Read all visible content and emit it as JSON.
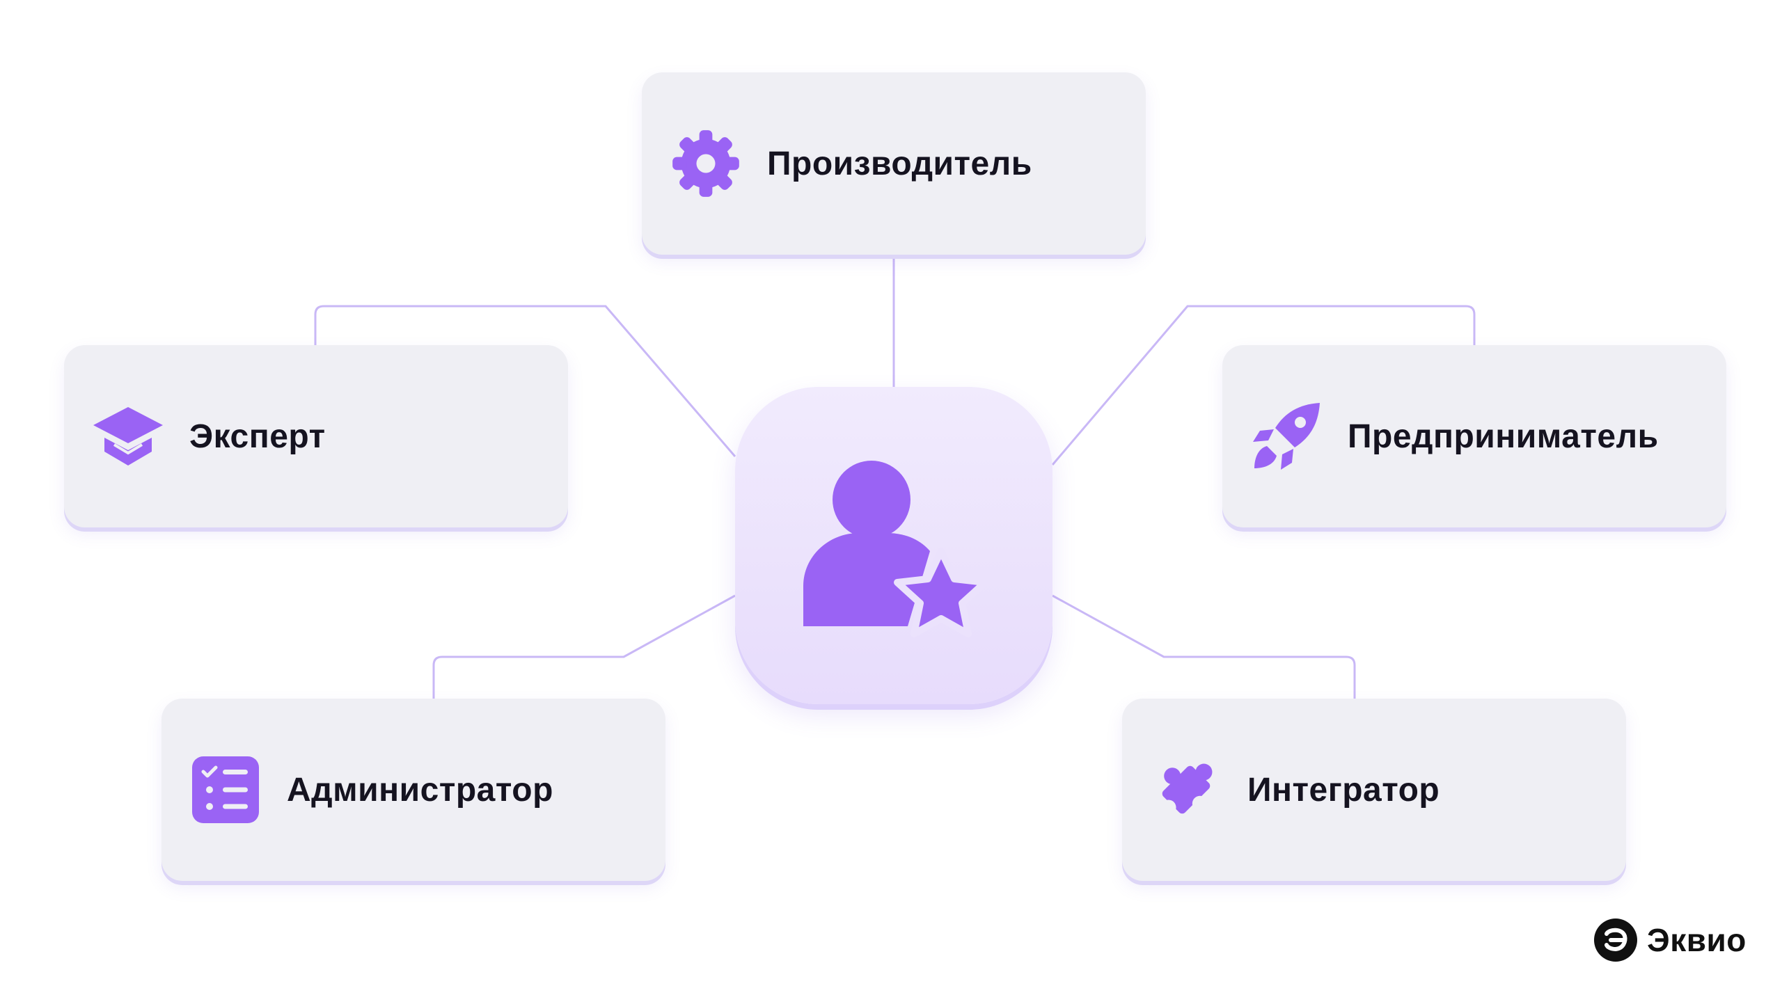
{
  "diagram": {
    "center": {
      "icon": "user-star-icon"
    },
    "nodes": [
      {
        "id": "producer",
        "label": "Производитель",
        "icon": "gear-icon"
      },
      {
        "id": "expert",
        "label": "Эксперт",
        "icon": "graduation-cap-icon"
      },
      {
        "id": "entrepreneur",
        "label": "Предприниматель",
        "icon": "rocket-icon"
      },
      {
        "id": "admin",
        "label": "Администратор",
        "icon": "checklist-icon"
      },
      {
        "id": "integrator",
        "label": "Интегратор",
        "icon": "puzzle-icon"
      }
    ]
  },
  "brand": {
    "name": "Эквио",
    "icon": "equio-logo-icon"
  },
  "colors": {
    "accent": "#9a63f4",
    "card_bg": "#efeff4",
    "connector": "#c9b8f6",
    "center_bg": "#ebe2fc",
    "text": "#151320"
  }
}
